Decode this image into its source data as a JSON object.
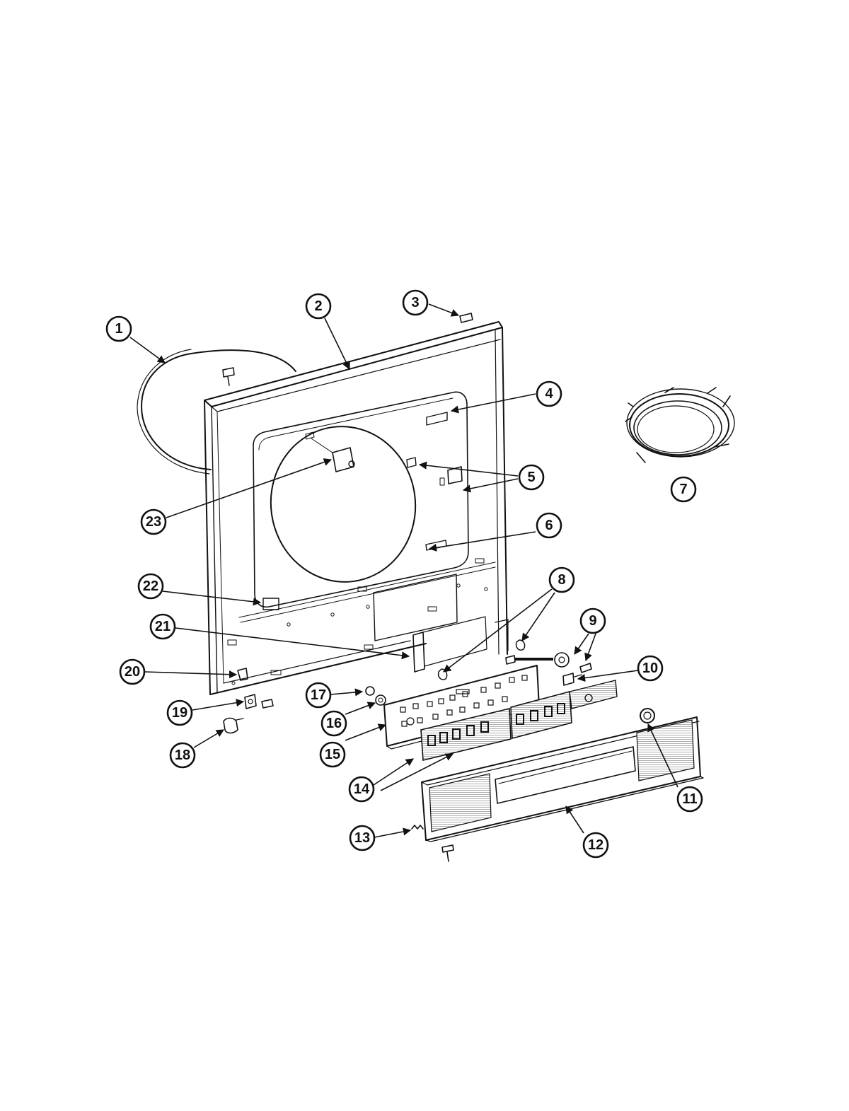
{
  "callouts": [
    {
      "id": "1",
      "label": "1"
    },
    {
      "id": "2",
      "label": "2"
    },
    {
      "id": "3",
      "label": "3"
    },
    {
      "id": "4",
      "label": "4"
    },
    {
      "id": "5",
      "label": "5"
    },
    {
      "id": "6",
      "label": "6"
    },
    {
      "id": "7",
      "label": "7"
    },
    {
      "id": "8",
      "label": "8"
    },
    {
      "id": "9",
      "label": "9"
    },
    {
      "id": "10",
      "label": "10"
    },
    {
      "id": "11",
      "label": "11"
    },
    {
      "id": "12",
      "label": "12"
    },
    {
      "id": "13",
      "label": "13"
    },
    {
      "id": "14",
      "label": "14"
    },
    {
      "id": "15",
      "label": "15"
    },
    {
      "id": "16",
      "label": "16"
    },
    {
      "id": "17",
      "label": "17"
    },
    {
      "id": "18",
      "label": "18"
    },
    {
      "id": "19",
      "label": "19"
    },
    {
      "id": "20",
      "label": "20"
    },
    {
      "id": "21",
      "label": "21"
    },
    {
      "id": "22",
      "label": "22"
    },
    {
      "id": "23",
      "label": "23"
    }
  ],
  "colors": {
    "ink": "#111111",
    "paper": "#ffffff"
  }
}
